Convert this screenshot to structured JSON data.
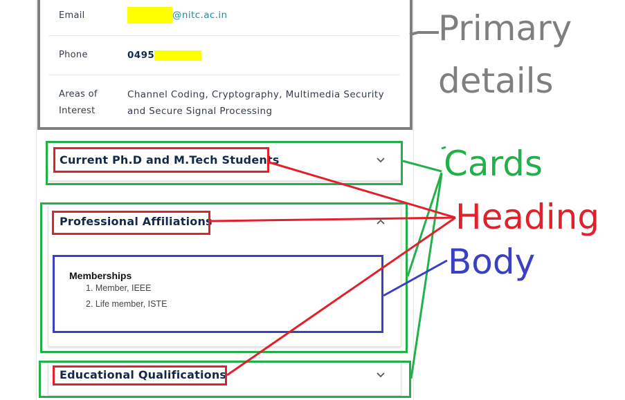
{
  "primary_details": {
    "email_label": "Email",
    "email_domain": "@nitc.ac.in",
    "phone_label": "Phone",
    "phone_prefix": "0495",
    "interest_label_line1": "Areas of",
    "interest_label_line2": "Interest",
    "interest_line1": "Channel Coding, Cryptography, Multimedia Security",
    "interest_line2": "and Secure Signal Processing"
  },
  "cards": [
    {
      "heading": "Current Ph.D and M.Tech Students",
      "expanded": false
    },
    {
      "heading": "Professional Affiliations",
      "expanded": true
    },
    {
      "heading": "Educational Qualifications",
      "expanded": false
    }
  ],
  "affiliations_body": {
    "title": "Memberships",
    "items": [
      "1. Member, IEEE",
      "2. Life member, ISTE"
    ]
  },
  "annotations": {
    "primary_line1": "Primary",
    "primary_line2": "details",
    "cards": "Cards",
    "heading": "Heading",
    "body": "Body"
  },
  "colors": {
    "primary": "#7f7f7f",
    "cards": "#22b04b",
    "heading": "#e0202a",
    "body": "#3a3fc4",
    "redaction": "#ffff00"
  }
}
